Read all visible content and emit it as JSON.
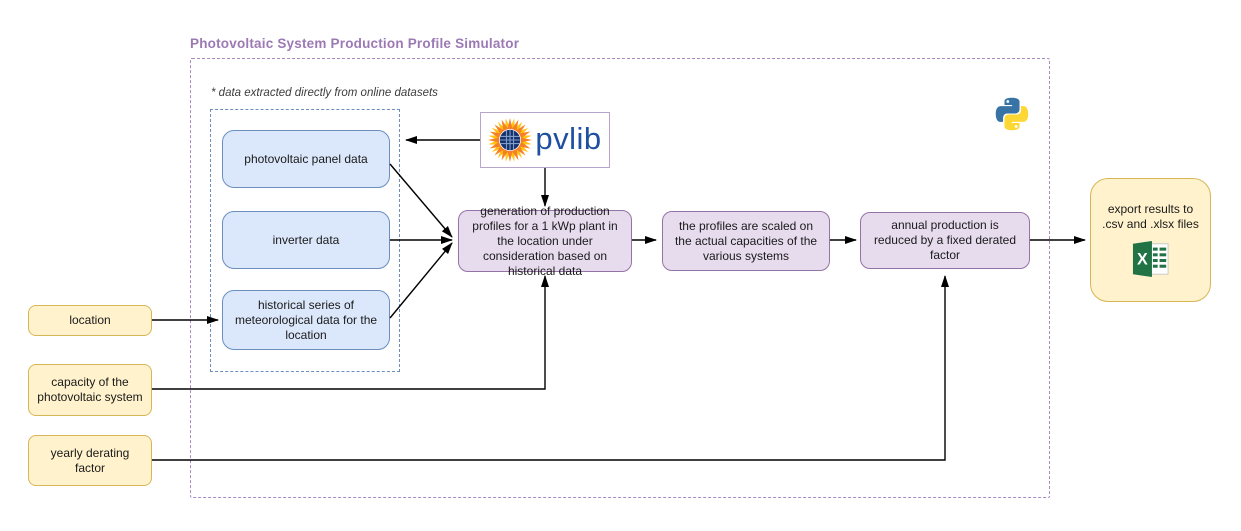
{
  "title": "Photovoltaic System Production Profile Simulator",
  "note": "* data extracted directly from online datasets",
  "dataset_group": {
    "panel_data": "photovoltaic panel data",
    "inverter_data": "inverter data",
    "weather_data": "historical series of meteorological data for the location"
  },
  "process": {
    "generation": "generation of production profiles for a 1 kWp plant in the location under consideration based on historical data",
    "scaling": "the profiles are scaled on the actual capacities of the various systems",
    "derating": "annual production is reduced by a fixed derated factor"
  },
  "user_inputs": {
    "location": "location",
    "capacity": "capacity of the photovoltaic system",
    "derating_factor": "yearly derating factor"
  },
  "output": {
    "export": "export results to .csv and .xlsx files"
  },
  "logos": {
    "pvlib": "pvlib",
    "python_icon": "python-logo",
    "excel_icon": "excel-logo",
    "sun_icon": "pvlib-sun-logo"
  },
  "colors": {
    "title_text": "#9c79b4",
    "container_border": "#a98bc4",
    "dataset_fill": "#dbe8fb",
    "dataset_border": "#6c8ebf",
    "process_fill": "#e7dcee",
    "process_border": "#9673a6",
    "input_fill": "#fff2cc",
    "input_border": "#d6b656",
    "pvlib_text": "#1f4fa0",
    "python_blue": "#3873a5",
    "python_yellow": "#fdd835",
    "excel_green": "#217346",
    "arrow": "#000000"
  }
}
